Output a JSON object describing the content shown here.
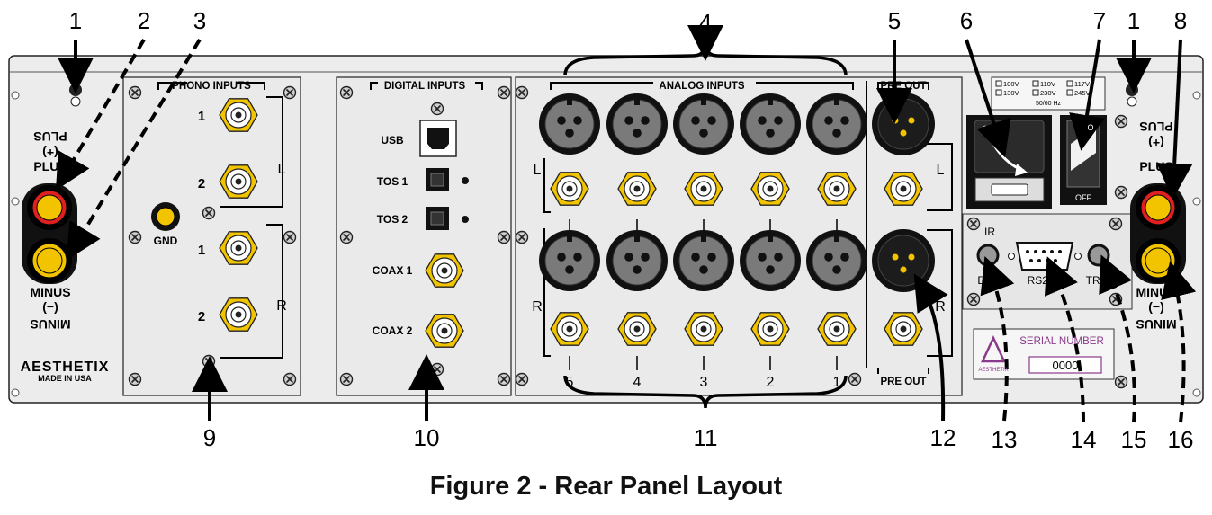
{
  "caption": "Figure 2 - Rear Panel Layout",
  "callouts": {
    "top": [
      "1",
      "2",
      "3",
      "4",
      "5",
      "6",
      "7",
      "1",
      "8"
    ],
    "bottom": [
      "9",
      "10",
      "11",
      "12",
      "13",
      "14",
      "15",
      "16"
    ]
  },
  "brand": {
    "name": "AESTHETIX",
    "made_in": "MADE IN USA",
    "logo_small": "AESTHETIX"
  },
  "speaker": {
    "plus_label": "PLUS",
    "plus_sign": "(+)",
    "minus_label": "MINUS",
    "minus_sign": "(−)"
  },
  "phono": {
    "title": "PHONO INPUTS",
    "in1": "1",
    "in2": "2",
    "in3": "1",
    "in4": "2",
    "left": "L",
    "right": "R",
    "gnd": "GND"
  },
  "digital": {
    "title": "DIGITAL INPUTS",
    "usb": "USB",
    "tos1": "TOS 1",
    "tos2": "TOS 2",
    "coax1": "COAX 1",
    "coax2": "COAX 2"
  },
  "analog": {
    "title": "ANALOG INPUTS",
    "left": "L",
    "right": "R",
    "numbers": [
      "5",
      "4",
      "3",
      "2",
      "1"
    ]
  },
  "preout": {
    "title_top": "PRE OUT",
    "title_bottom": "PRE OUT",
    "left": "L",
    "right": "R"
  },
  "voltage": {
    "options": [
      "100V",
      "110V",
      "117V",
      "130V",
      "230V",
      "245V"
    ],
    "freq": "50/60 Hz"
  },
  "power_switch": {
    "on_label": "O",
    "off_label": "OFF"
  },
  "control": {
    "ir": "IR",
    "ext": "EXT",
    "rs232": "RS232",
    "trig": "TRIG"
  },
  "serial": {
    "label": "SERIAL NUMBER",
    "value": "0000"
  },
  "colors": {
    "panel": "#eeeeee",
    "gold": "#f2c400",
    "red": "#e02020",
    "outline": "#222222",
    "brand_purple": "#8b3a8b"
  }
}
